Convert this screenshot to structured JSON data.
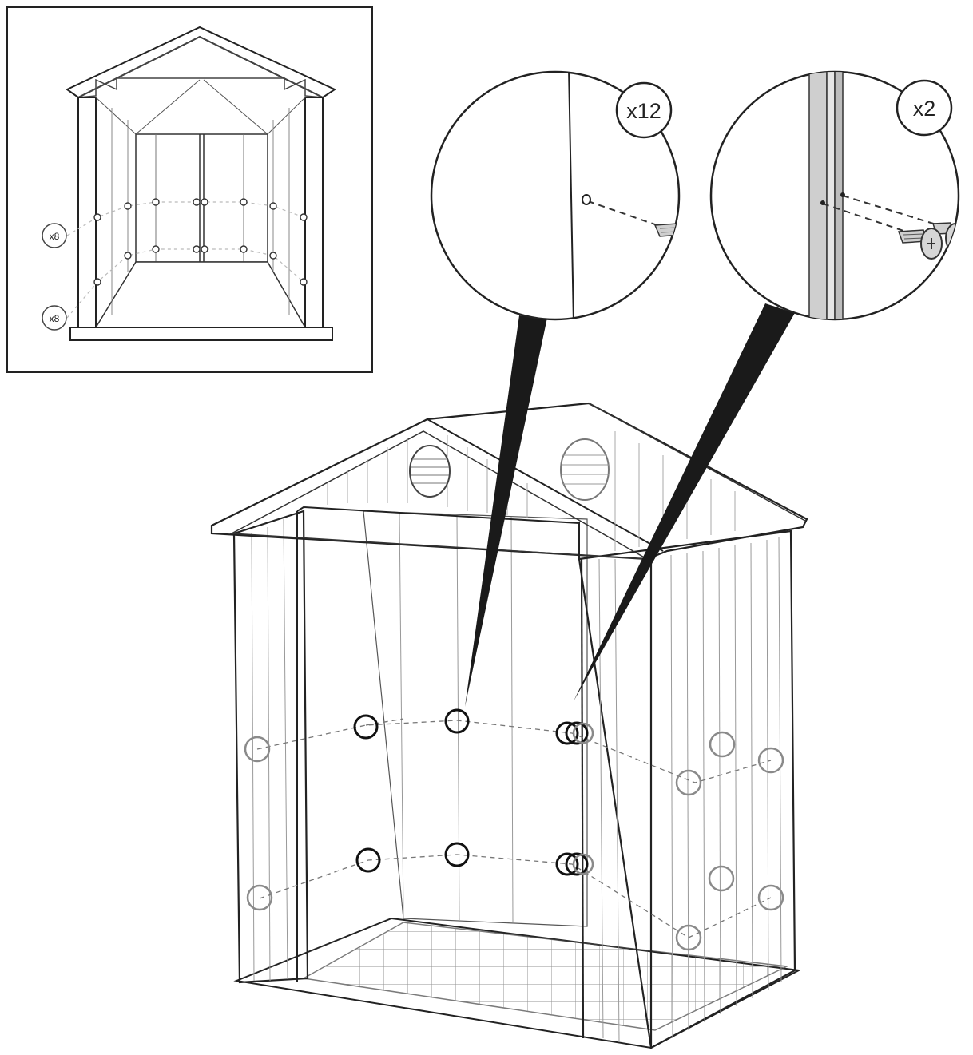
{
  "inset": {
    "upper_row_qty": "x8",
    "lower_row_qty": "x8"
  },
  "callouts": {
    "left_qty": "x12",
    "right_qty": "x2"
  },
  "colors": {
    "line": "#1a1a1a",
    "light_line": "#9a9a9a",
    "hole_front": "#111111",
    "hole_back": "#8a8a8a",
    "pointer": "#1a1a1a",
    "screw": "#cfcfcf"
  },
  "icons": {
    "screw": "phillips-screw-icon",
    "hole": "screw-hole-icon"
  }
}
